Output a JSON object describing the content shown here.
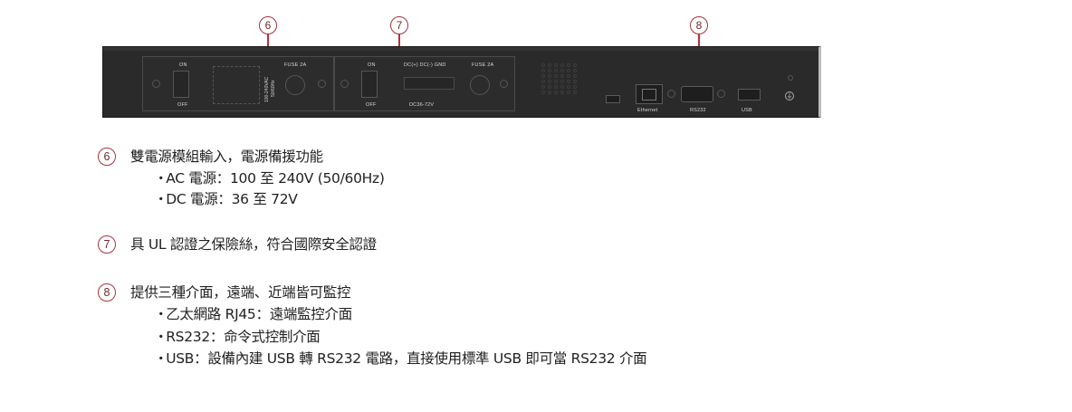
{
  "callouts": [
    {
      "number": "6"
    },
    {
      "number": "7"
    },
    {
      "number": "8"
    }
  ],
  "device_panel": {
    "ac_module": {
      "switch_on": "ON",
      "switch_off": "OFF",
      "input_rating_line1": "100-240VAC",
      "input_rating_line2": "50/60Hz",
      "fuse": "FUSE 2A"
    },
    "dc_module": {
      "switch_on": "ON",
      "switch_off": "OFF",
      "terminal_labels": "DC(+)  DC(-)  GND",
      "dc_rating": "DC36-72V",
      "fuse": "FUSE 2A"
    },
    "ports": {
      "ethernet": "Ethernet",
      "rs232": "RS232",
      "usb": "USB"
    },
    "ground_symbol": "⏚"
  },
  "features": [
    {
      "number": "6",
      "title": "雙電源模組輸入，電源備援功能",
      "points": [
        "AC 電源：100 至 240V (50/60Hz)",
        "DC 電源：36 至 72V"
      ]
    },
    {
      "number": "7",
      "title": "具 UL 認證之保險絲，符合國際安全認證",
      "points": []
    },
    {
      "number": "8",
      "title": "提供三種介面，遠端、近端皆可監控",
      "points": [
        "乙太網路 RJ45：遠端監控介面",
        "RS232：命令式控制介面",
        "USB：設備內建 USB 轉 RS232 電路，直接使用標準 USB 即可當 RS232 介面"
      ]
    }
  ],
  "colors": {
    "accent": "#a3343c",
    "callout_line": "#b6303a",
    "device_body": "#2a2a2a",
    "text": "#222222"
  }
}
